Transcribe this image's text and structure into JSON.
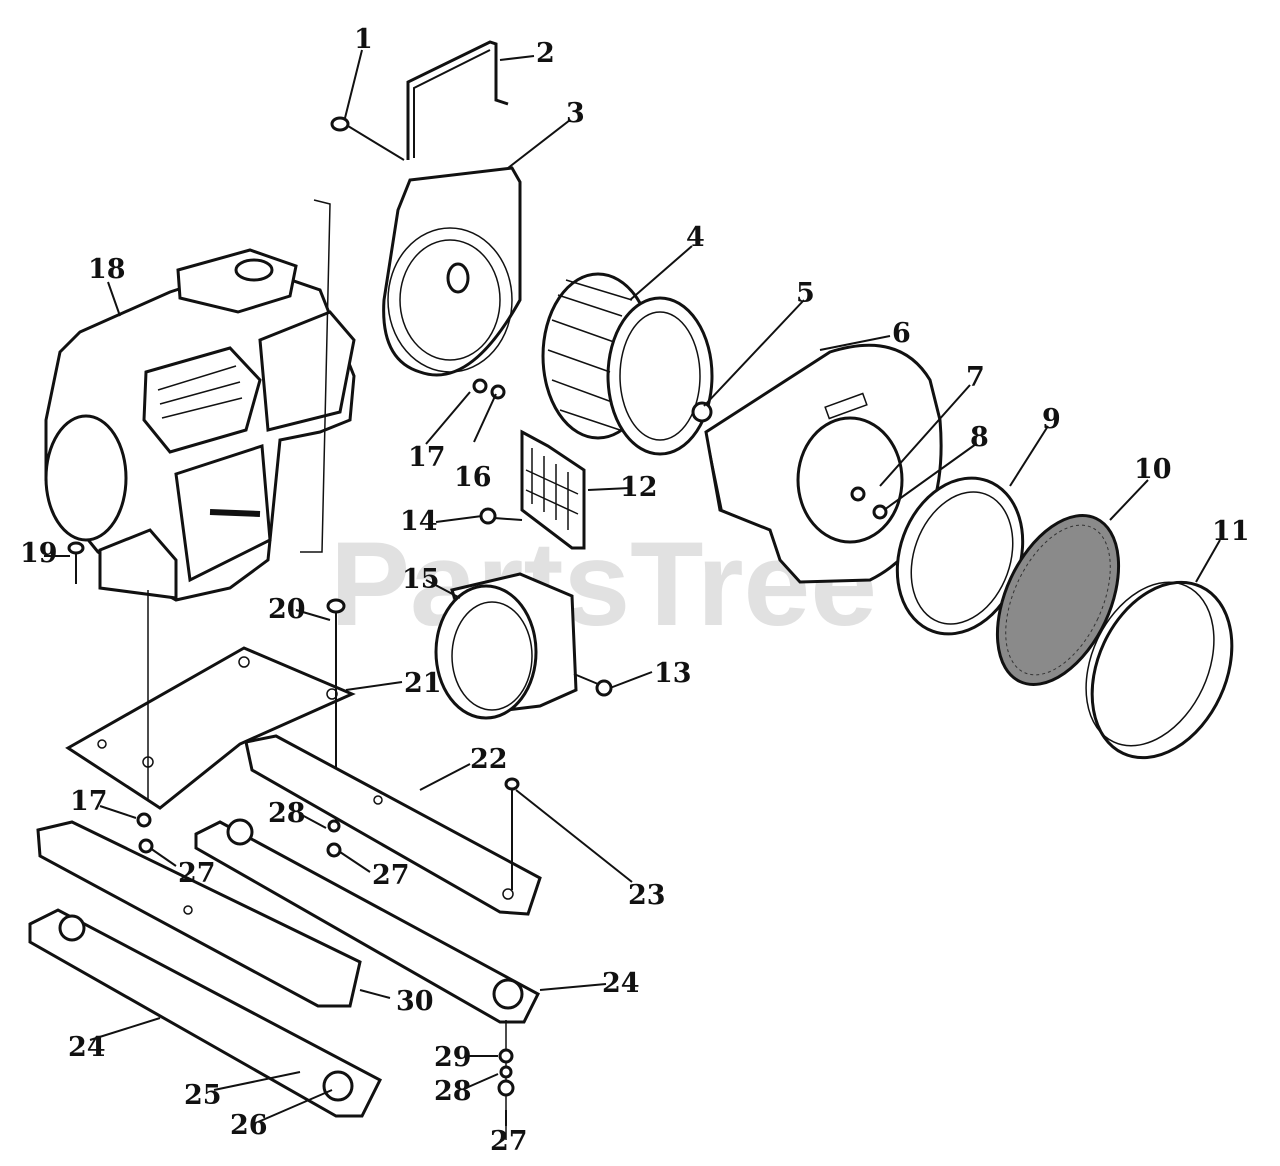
{
  "watermark": {
    "text": "PartsTree",
    "trademark": "™"
  },
  "callouts": [
    "1",
    "2",
    "3",
    "4",
    "5",
    "6",
    "7",
    "8",
    "9",
    "10",
    "11",
    "12",
    "13",
    "14",
    "15",
    "16",
    "17",
    "18",
    "19",
    "20",
    "21",
    "22",
    "23",
    "24",
    "25",
    "26",
    "27",
    "28",
    "29",
    "30"
  ],
  "colors": {
    "ink": "#111111",
    "background": "#ffffff",
    "watermark": "#c9c9c9"
  }
}
